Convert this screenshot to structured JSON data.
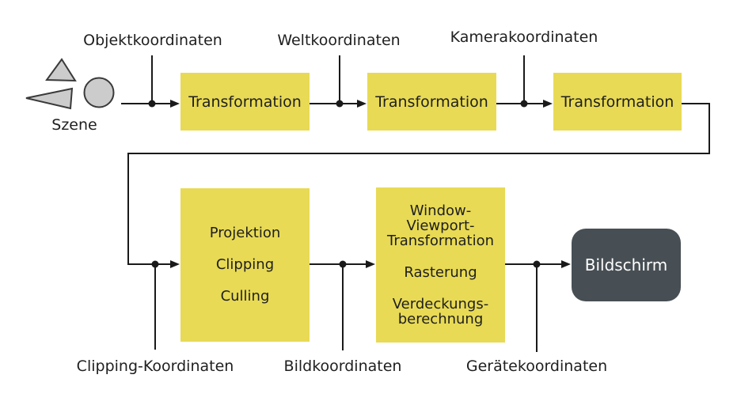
{
  "diagram": {
    "colors": {
      "process_box_fill": "#e8da55",
      "screen_box_fill": "#474f54",
      "screen_box_text": "#ffffff",
      "shape_fill": "#cccccc",
      "shape_stroke": "#3a3a3a",
      "line_color": "#1a1a1a",
      "text_color": "#1f1f1f",
      "background": "#ffffff"
    },
    "scene": {
      "label": "Szene"
    },
    "coordinate_labels": {
      "object": "Objektkoordinaten",
      "world": "Weltkoordinaten",
      "camera": "Kamerakoordinaten",
      "clipping": "Clipping-Koordinaten",
      "image": "Bildkoordinaten",
      "device": "Gerätekoordinaten"
    },
    "boxes": {
      "transformation1": {
        "label": "Transformation"
      },
      "transformation2": {
        "label": "Transformation"
      },
      "transformation3": {
        "label": "Transformation"
      },
      "projection": {
        "lines": [
          "Projektion",
          "Clipping",
          "Culling"
        ]
      },
      "window_viewport": {
        "line1": "Window-",
        "line2": "Viewport-",
        "line3": "Transformation",
        "line4": "Rasterung",
        "line5": "Verdeckungs-",
        "line6": "berechnung"
      },
      "screen": {
        "label": "Bildschirm"
      }
    }
  }
}
